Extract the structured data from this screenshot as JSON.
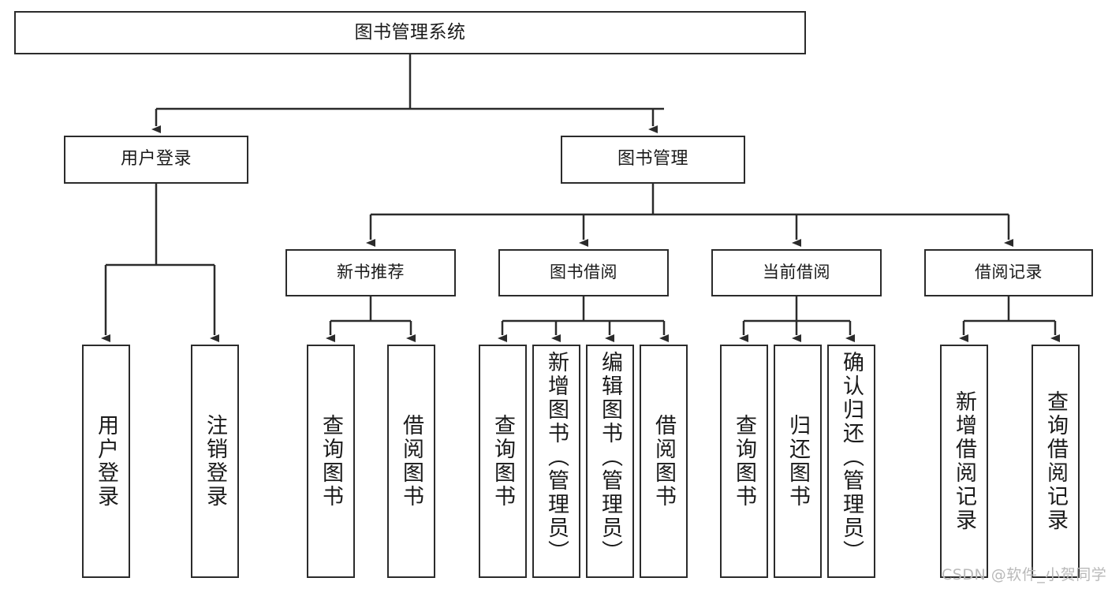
{
  "diagram": {
    "title": "图书管理系统",
    "type": "hierarchy-tree",
    "colors": {
      "stroke": "#2b2b2b",
      "fill": "#ffffff",
      "background": "#ffffff",
      "watermark": "#b9b9b9"
    },
    "levels": {
      "root": {
        "label": "图书管理系统"
      },
      "level2": [
        {
          "label": "用户登录"
        },
        {
          "label": "图书管理"
        }
      ],
      "level3": [
        {
          "label": "新书推荐"
        },
        {
          "label": "图书借阅"
        },
        {
          "label": "当前借阅"
        },
        {
          "label": "借阅记录"
        }
      ],
      "leaves": [
        {
          "label": "用户登录",
          "parent": "用户登录"
        },
        {
          "label": "注销登录",
          "parent": "用户登录"
        },
        {
          "label": "查询图书",
          "parent": "新书推荐"
        },
        {
          "label": "借阅图书",
          "parent": "新书推荐"
        },
        {
          "label": "查询图书",
          "parent": "图书借阅"
        },
        {
          "label": "新增图书（管理员）",
          "parent": "图书借阅"
        },
        {
          "label": "编辑图书（管理员）",
          "parent": "图书借阅"
        },
        {
          "label": "借阅图书",
          "parent": "图书借阅"
        },
        {
          "label": "查询图书",
          "parent": "当前借阅"
        },
        {
          "label": "归还图书",
          "parent": "当前借阅"
        },
        {
          "label": "确认归还（管理员）",
          "parent": "当前借阅"
        },
        {
          "label": "新增借阅记录",
          "parent": "借阅记录"
        },
        {
          "label": "查询借阅记录",
          "parent": "借阅记录"
        }
      ]
    }
  },
  "watermark": {
    "text": "CSDN @软件_小贺同学"
  }
}
